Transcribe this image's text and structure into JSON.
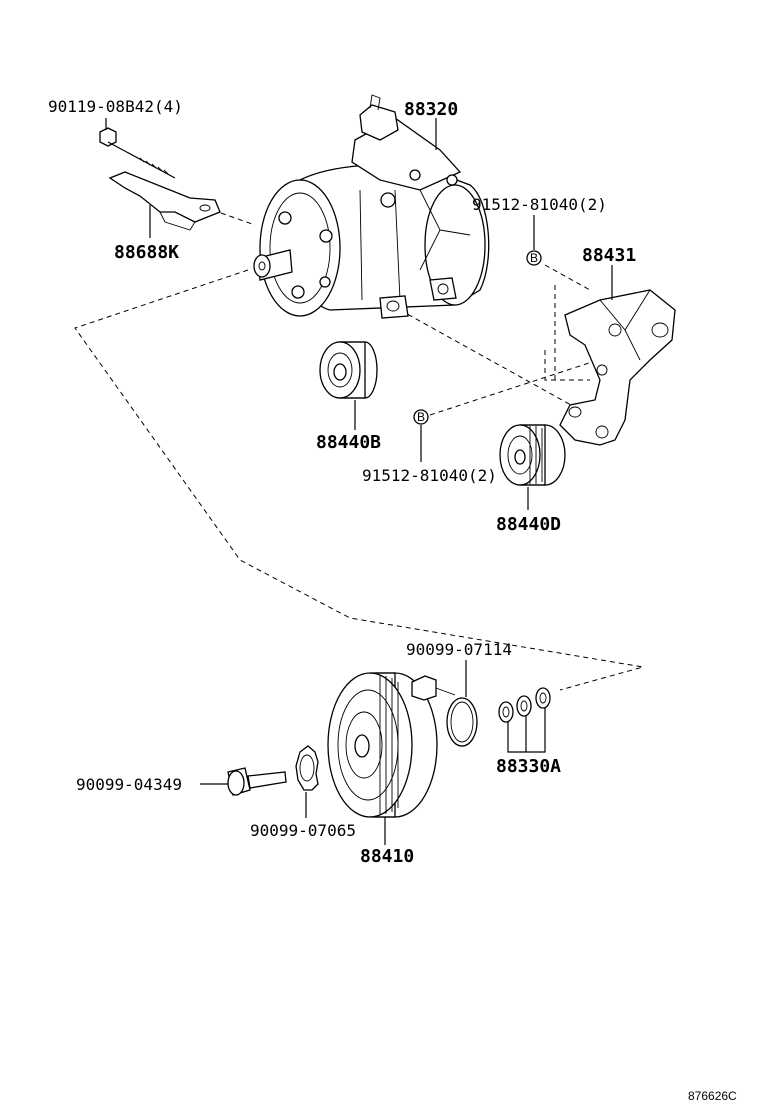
{
  "labels": {
    "bolt_upper": "90119-08B42(4)",
    "compressor": "88320",
    "bracket_small": "88688K",
    "bolt_right": "91512-81040(2)",
    "bracket_right": "88431",
    "idler_b": "88440B",
    "bolt_lower": "91512-81040(2)",
    "idler_d": "88440D",
    "snap_ring": "90099-07114",
    "shims": "88330A",
    "bolt_clutch": "90099-04349",
    "washer": "90099-07065",
    "pulley": "88410",
    "markers": {
      "b": "B"
    }
  },
  "code": "876626C"
}
